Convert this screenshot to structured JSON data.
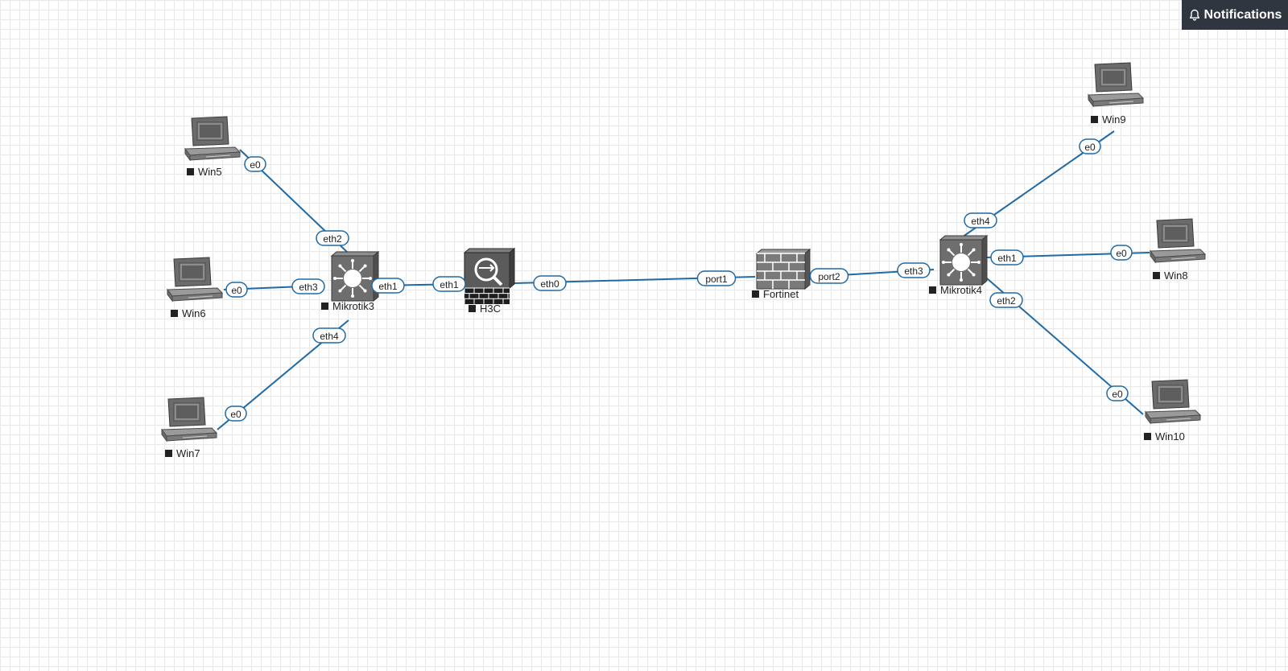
{
  "notifications": {
    "label": "Notifications",
    "icon": "bell-icon"
  },
  "nodes": [
    {
      "id": "win5",
      "label": "Win5",
      "type": "pc"
    },
    {
      "id": "win6",
      "label": "Win6",
      "type": "pc"
    },
    {
      "id": "win7",
      "label": "Win7",
      "type": "pc"
    },
    {
      "id": "mikrotik3",
      "label": "Mikrotik3",
      "type": "switch"
    },
    {
      "id": "h3c",
      "label": "H3C",
      "type": "firewall-appliance"
    },
    {
      "id": "fortinet",
      "label": "Fortinet",
      "type": "firewall"
    },
    {
      "id": "mikrotik4",
      "label": "Mikrotik4",
      "type": "switch"
    },
    {
      "id": "win9",
      "label": "Win9",
      "type": "pc"
    },
    {
      "id": "win8",
      "label": "Win8",
      "type": "pc"
    },
    {
      "id": "win10",
      "label": "Win10",
      "type": "pc"
    }
  ],
  "links": [
    {
      "from": "win5",
      "to": "mikrotik3",
      "from_iface": "e0",
      "to_iface": "eth2"
    },
    {
      "from": "win6",
      "to": "mikrotik3",
      "from_iface": "e0",
      "to_iface": "eth3"
    },
    {
      "from": "win7",
      "to": "mikrotik3",
      "from_iface": "e0",
      "to_iface": "eth4"
    },
    {
      "from": "mikrotik3",
      "to": "h3c",
      "from_iface": "eth1",
      "to_iface": "eth1"
    },
    {
      "from": "h3c",
      "to": "fortinet",
      "from_iface": "eth0",
      "to_iface": "port1"
    },
    {
      "from": "fortinet",
      "to": "mikrotik4",
      "from_iface": "port2",
      "to_iface": "eth3"
    },
    {
      "from": "mikrotik4",
      "to": "win9",
      "from_iface": "eth4",
      "to_iface": "e0"
    },
    {
      "from": "mikrotik4",
      "to": "win8",
      "from_iface": "eth1",
      "to_iface": "e0"
    },
    {
      "from": "mikrotik4",
      "to": "win10",
      "from_iface": "eth2",
      "to_iface": "e0"
    }
  ]
}
